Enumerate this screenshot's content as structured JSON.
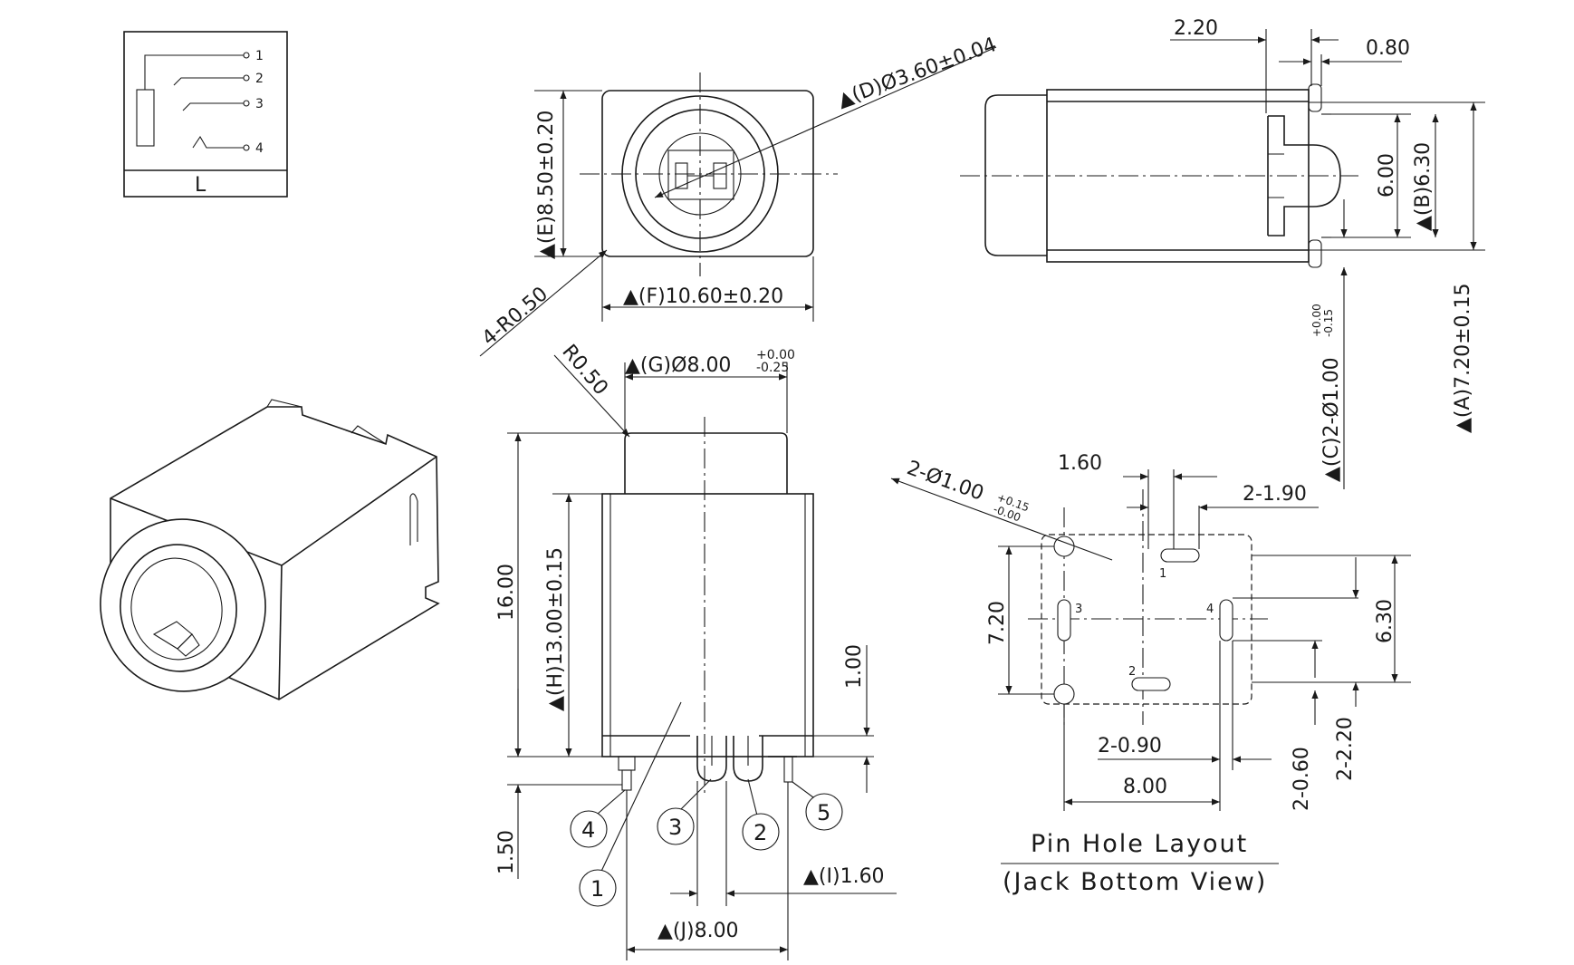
{
  "schematic": {
    "pins": [
      "1",
      "2",
      "3",
      "4"
    ],
    "label": "L"
  },
  "front_view": {
    "dim_D": "▲(D)Ø3.60±0.04",
    "dim_E": "▲(E)8.50±0.20",
    "dim_F": "▲(F)10.60±0.20",
    "radius": "4-R0.50"
  },
  "side_view": {
    "dim_top_a": "2.20",
    "dim_top_b": "0.80",
    "dim_inner": "6.00",
    "dim_B": "▲(B)6.30",
    "dim_A": "▲(A)7.20±0.15",
    "dim_C_main": "▲(C)2-Ø1.00",
    "dim_C_tol_upper": "+0.00",
    "dim_C_tol_lower": "-0.15"
  },
  "bottom_view": {
    "radius": "R0.50",
    "dim_G_main": "▲(G)Ø8.00",
    "dim_G_tol_upper": "+0.00",
    "dim_G_tol_lower": "-0.25",
    "dim_total_height": "16.00",
    "dim_H": "▲(H)13.00±0.15",
    "dim_pin_length": "1.00",
    "dim_base": "1.50",
    "dim_I": "▲(I)1.60",
    "dim_J": "▲(J)8.00",
    "callouts": [
      "1",
      "2",
      "3",
      "4",
      "5"
    ]
  },
  "pin_layout": {
    "hole_main": "2-Ø1.00",
    "hole_tol_upper": "+0.15",
    "hole_tol_lower": "-0.00",
    "dim_1_60": "1.60",
    "dim_1_90": "2-1.90",
    "dim_7_20": "7.20",
    "dim_6_30": "6.30",
    "dim_0_90": "2-0.90",
    "dim_8_00": "8.00",
    "dim_0_60": "2-0.60",
    "dim_2_20": "2-2.20",
    "pin_labels": [
      "1",
      "2",
      "3",
      "4"
    ],
    "caption_line1": "Pin  Hole  Layout",
    "caption_line2": "(Jack  Bottom  View)"
  }
}
